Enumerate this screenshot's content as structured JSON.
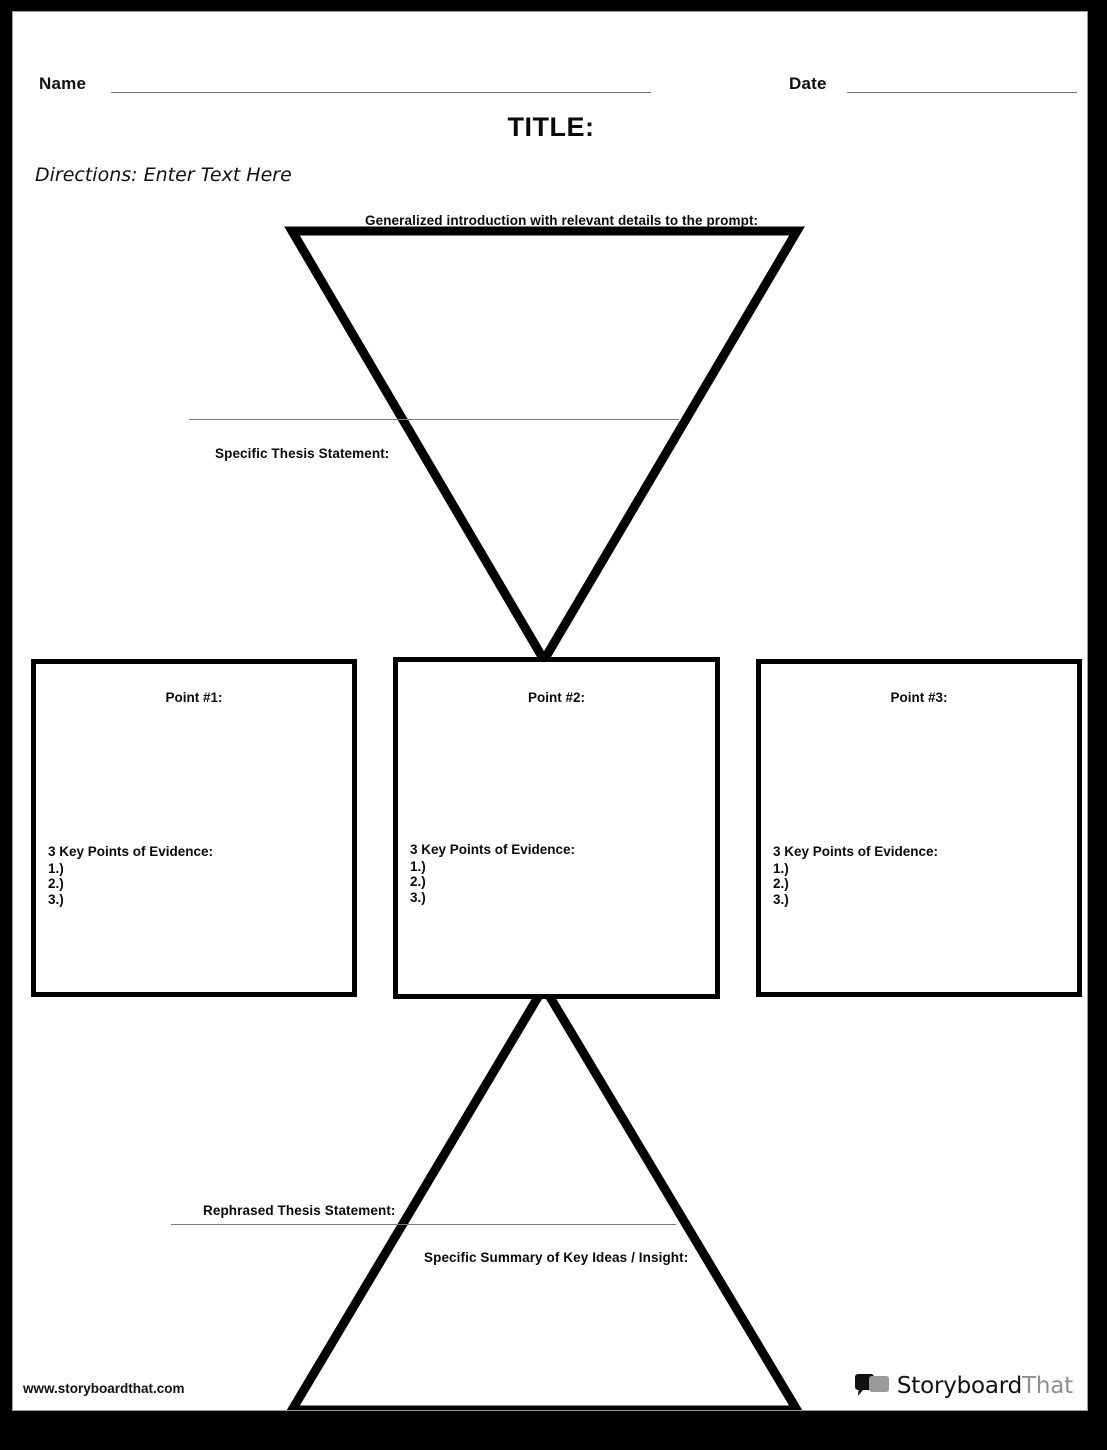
{
  "document": {
    "kind": "essay-outline-graphic-organizer",
    "title": "TITLE:",
    "directions": "Directions: Enter Text Here"
  },
  "header": {
    "name_label": "Name",
    "date_label": "Date"
  },
  "top_funnel": {
    "intro_caption": "Generalized introduction with relevant details to the prompt:",
    "thesis_caption": "Specific Thesis Statement:"
  },
  "points": [
    {
      "title": "Point #1:",
      "evidence_heading": "3 Key Points of Evidence:",
      "evidence_items": [
        "1.)",
        "2.)",
        "3.)"
      ]
    },
    {
      "title": "Point #2:",
      "evidence_heading": "3 Key Points of Evidence:",
      "evidence_items": [
        "1.)",
        "2.)",
        "3.)"
      ]
    },
    {
      "title": "Point #3:",
      "evidence_heading": "3 Key Points of Evidence:",
      "evidence_items": [
        "1.)",
        "2.)",
        "3.)"
      ]
    }
  ],
  "bottom_funnel": {
    "rephrased_caption": "Rephrased Thesis Statement:",
    "summary_caption": "Specific Summary of Key Ideas / Insight:"
  },
  "footer": {
    "url": "www.storyboardthat.com",
    "logo_text_dark": "Storyboard",
    "logo_text_grey": "That"
  },
  "colors": {
    "frame": "#000000",
    "page": "#ffffff",
    "ink": "#0a0a0a",
    "hairline": "#7a7a7a",
    "logo_grey": "#8f8f8f"
  }
}
